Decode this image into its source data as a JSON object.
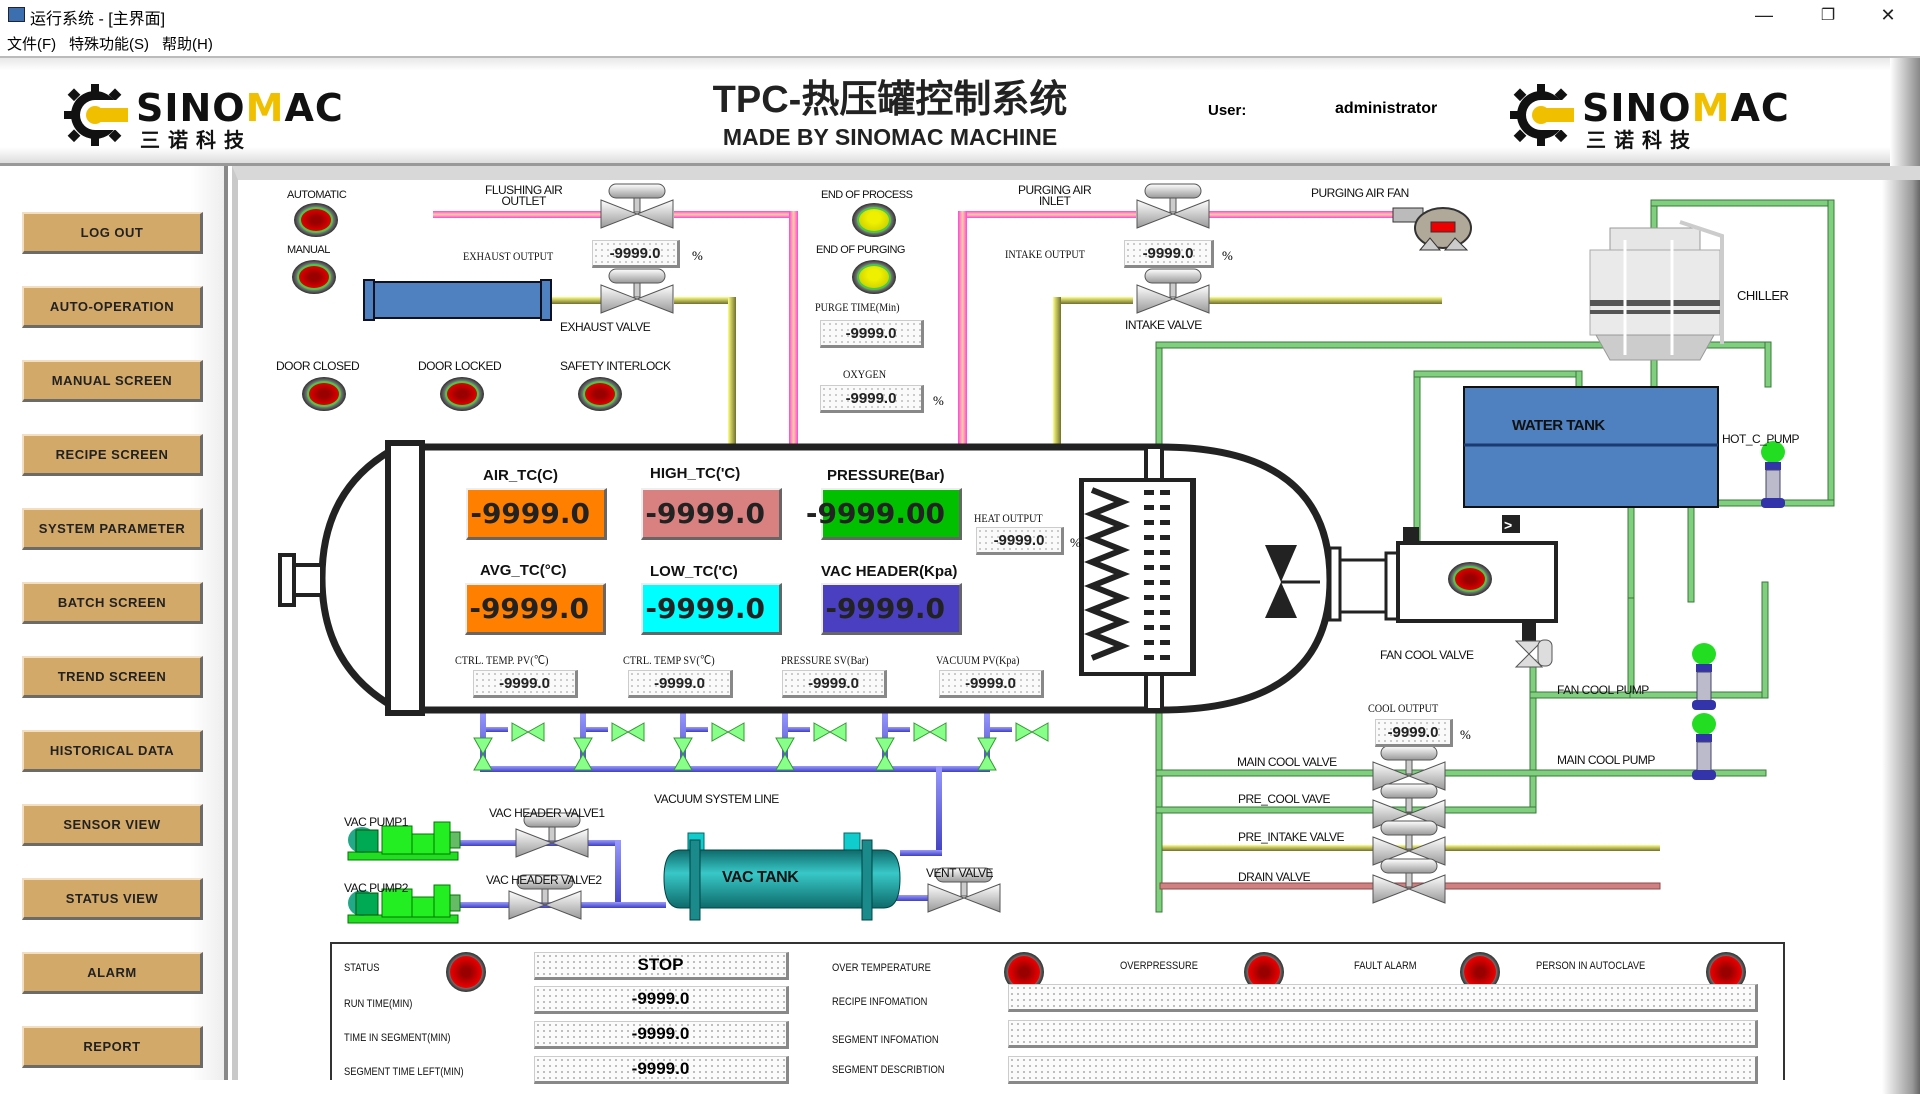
{
  "window": {
    "title": "运行系统 - [主界面]",
    "menu": [
      "文件(F)",
      "特殊功能(S)",
      "帮助(H)"
    ],
    "controls": {
      "minimize": "—",
      "restore": "❐",
      "close": "✕"
    }
  },
  "header": {
    "brand": "SINOMAC",
    "brand_cn": "三诺科技",
    "title": "TPC-热压罐控制系统",
    "subtitle": "MADE BY SINOMAC MACHINE",
    "user_label": "User:",
    "user_name": "administrator"
  },
  "sidebar": {
    "items": [
      {
        "label": "LOG OUT"
      },
      {
        "label": "AUTO-OPERATION"
      },
      {
        "label": "MANUAL SCREEN"
      },
      {
        "label": "RECIPE  SCREEN"
      },
      {
        "label": "SYSTEM PARAMETER"
      },
      {
        "label": "BATCH SCREEN"
      },
      {
        "label": "TREND  SCREEN"
      },
      {
        "label": "HISTORICAL  DATA"
      },
      {
        "label": "SENSOR  VIEW"
      },
      {
        "label": "STATUS  VIEW"
      },
      {
        "label": "ALARM"
      },
      {
        "label": "REPORT"
      }
    ]
  },
  "indicators": {
    "automatic": "AUTOMATIC",
    "manual": "MANUAL",
    "door_closed": "DOOR CLOSED",
    "door_locked": "DOOR LOCKED",
    "safety_interlock": "SAFETY INTERLOCK",
    "end_of_process": "END OF PROCESS",
    "end_of_purging": "END OF PURGING"
  },
  "process": {
    "flushing_air_outlet": "FLUSHING AIR\nOUTLET",
    "exhaust_output_label": "EXHAUST  OUTPUT",
    "exhaust_output": "-9999.0",
    "exhaust_valve": "EXHAUST VALVE",
    "purge_time_label": "PURGE  TIME(Min)",
    "purge_time": "-9999.0",
    "oxygen_label": "OXYGEN",
    "oxygen": "-9999.0",
    "purging_air_inlet": "PURGING AIR\nINLET",
    "intake_output_label": "INTAKE  OUTPUT",
    "intake_output": "-9999.0",
    "intake_valve": "INTAKE VALVE",
    "purging_air_fan": "PURGING AIR FAN",
    "chiller": "CHILLER",
    "water_tank": "WATER TANK",
    "hot_c_pump": "HOT_C_PUMP",
    "heat_output_label": "HEAT  OUTPUT",
    "heat_output": "-9999.0",
    "fan_cool_valve": "FAN COOL VALVE",
    "fan_cool_pump": "FAN COOL PUMP",
    "cool_output_label": "COOL  OUTPUT",
    "cool_output": "-9999.0",
    "main_cool_valve": "MAIN COOL VALVE",
    "main_cool_pump": "MAIN COOL PUMP",
    "pre_cool_valve": "PRE_COOL VAVE",
    "pre_intake_valve": "PRE_INTAKE VALVE",
    "drain_valve": "DRAIN VALVE",
    "vacuum_system_line": "VACUUM SYSTEM LINE",
    "vac_pump1": "VAC PUMP1",
    "vac_pump2": "VAC PUMP2",
    "vac_header_valve1": "VAC HEADER VALVE1",
    "vac_header_valve2": "VAC HEADER VALVE2",
    "vac_tank": "VAC TANK",
    "vent_valve": "VENT VALVE",
    "percent": "%"
  },
  "readings": {
    "air_tc": {
      "label": "AIR_TC(C)",
      "value": "-9999.0",
      "color": "#ff8000"
    },
    "high_tc": {
      "label": "HIGH_TC('C)",
      "value": "-9999.0",
      "color": "#d98080"
    },
    "pressure": {
      "label": "PRESSURE(Bar)",
      "value": "-9999.00",
      "color": "#00c000"
    },
    "avg_tc": {
      "label": "AVG_TC(°C)",
      "value": "-9999.0",
      "color": "#ff8000"
    },
    "low_tc": {
      "label": "LOW_TC('C)",
      "value": "-9999.0",
      "color": "#00ffff"
    },
    "vac_header": {
      "label": "VAC HEADER(Kpa)",
      "value": "-9999.0",
      "color": "#4a3fc0"
    }
  },
  "setpoints": [
    {
      "label": "CTRL. TEMP. PV(℃)",
      "value": "-9999.0"
    },
    {
      "label": "CTRL. TEMP  SV(℃)",
      "value": "-9999.0"
    },
    {
      "label": "PRESSURE  SV(Bar)",
      "value": "-9999.0"
    },
    {
      "label": "VACUUM  PV(Kpa)",
      "value": "-9999.0"
    }
  ],
  "status_panel": {
    "status_label": "STATUS",
    "status_value": "STOP",
    "run_time_label": "RUN TIME(MIN)",
    "run_time": "-9999.0",
    "time_in_segment_label": "TIME IN SEGMENT(MIN)",
    "time_in_segment": "-9999.0",
    "segment_time_left_label": "SEGMENT TIME LEFT(MIN)",
    "segment_time_left": "-9999.0",
    "over_temperature": "OVER TEMPERATURE",
    "overpressure": "OVERPRESSURE",
    "fault_alarm": "FAULT ALARM",
    "person_in_autoclave": "PERSON IN AUTOCLAVE",
    "recipe_information_label": "RECIPE INFOMATION",
    "recipe_information": "",
    "segment_information_label": "SEGMENT INFOMATION",
    "segment_information": "",
    "segment_description_label": "SEGMENT DESCRIBTION",
    "segment_description": ""
  },
  "colors": {
    "nav_button": "#d3a96a",
    "pipe_air": "#ff66dd",
    "pipe_gas": "#c8c860",
    "pipe_water": "#6dc06d",
    "pipe_vacuum": "#6666ee",
    "pipe_drain": "#d08080",
    "water_tank": "#4f7fbf",
    "vac_tank": "#1a9a9a",
    "lamp_off": "#cc0000",
    "lamp_yellow": "#dada00"
  }
}
